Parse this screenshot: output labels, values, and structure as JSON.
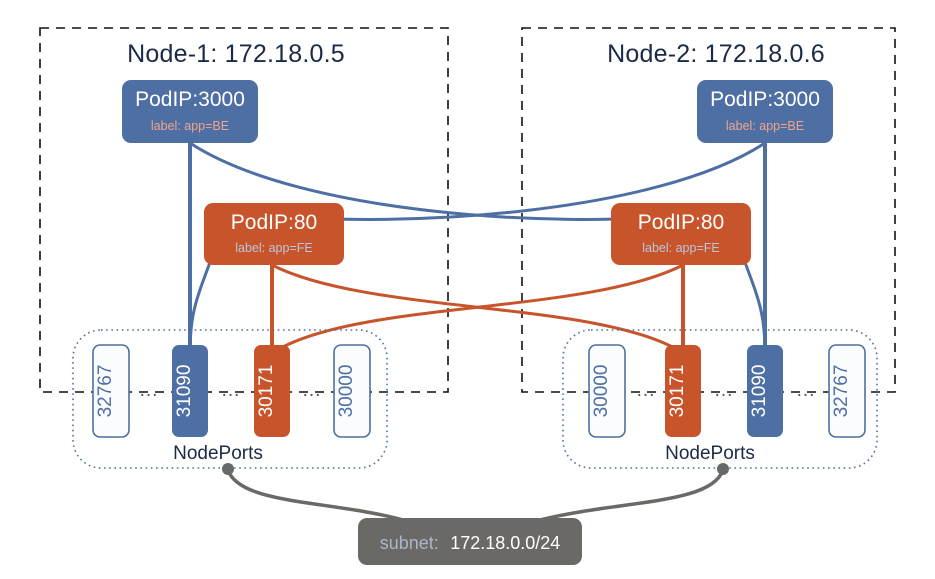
{
  "diagram": {
    "title_hidden": "",
    "colors": {
      "blue": "#4e6fa3",
      "orange": "#c8542b",
      "gray": "#6b6965",
      "node_border": "#111111",
      "port_outline": "#4e6fa3",
      "nodeports_border": "#4e6fa3",
      "text_dark": "#1b2a46",
      "label_be": "#f0a58a",
      "label_fe": "#b9c6da",
      "subnet_key": "#a9b6c9"
    },
    "nodes": [
      {
        "id": "node-1",
        "title": "Node-1: 172.18.0.5",
        "be_pod": {
          "title": "PodIP:3000",
          "label": "label: app=BE"
        },
        "fe_pod": {
          "title": "PodIP:80",
          "label": "label: app=FE"
        },
        "nodeports_label": "NodePorts",
        "ports": [
          {
            "value": "32767",
            "style": "plain"
          },
          {
            "value": "31090",
            "style": "blue"
          },
          {
            "value": "30171",
            "style": "orange"
          },
          {
            "value": "30000",
            "style": "plain"
          }
        ],
        "ellipses": [
          "...",
          "...",
          "..."
        ]
      },
      {
        "id": "node-2",
        "title": "Node-2: 172.18.0.6",
        "be_pod": {
          "title": "PodIP:3000",
          "label": "label: app=BE"
        },
        "fe_pod": {
          "title": "PodIP:80",
          "label": "label: app=FE"
        },
        "nodeports_label": "NodePorts",
        "ports": [
          {
            "value": "30000",
            "style": "plain"
          },
          {
            "value": "30171",
            "style": "orange"
          },
          {
            "value": "31090",
            "style": "blue"
          },
          {
            "value": "32767",
            "style": "plain"
          }
        ],
        "ellipses": [
          "...",
          "...",
          "..."
        ]
      }
    ],
    "subnet": {
      "key": "subnet:",
      "value": "172.18.0.0/24"
    }
  }
}
